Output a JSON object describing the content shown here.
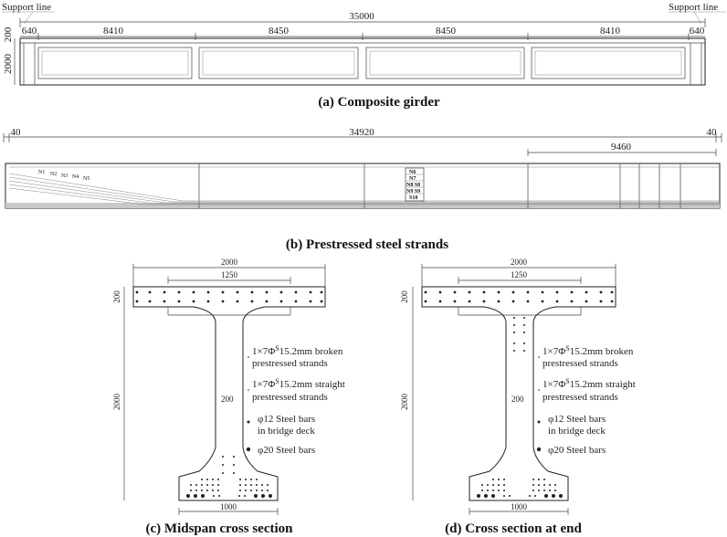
{
  "panel_a": {
    "support_left": "Support line",
    "support_right": "Support line",
    "total": "35000",
    "segments": [
      "640",
      "8410",
      "8450",
      "8450",
      "8410",
      "640"
    ],
    "height_top": "200",
    "height_web": "2000",
    "caption": "(a) Composite girder"
  },
  "panel_b": {
    "left": "40",
    "total": "34920",
    "right": "40",
    "end_zone": "9460",
    "strands_left": [
      "N1",
      "N2",
      "N3",
      "N4",
      "N5"
    ],
    "strands_mid": [
      "N6",
      "N7",
      "N8 S8",
      "N9 S9",
      "S10"
    ],
    "caption": "(b) Prestressed steel strands"
  },
  "panel_c": {
    "width": "2000",
    "inner": "1250",
    "flange": "200",
    "height": "2000",
    "web": "200",
    "bottom": "1000",
    "legend": {
      "broken_1": "1×7Φ",
      "broken_sup": "S",
      "broken_2": "15.2mm broken",
      "broken_3": "prestressed strands",
      "straight_1": "1×7Φ",
      "straight_sup": "S",
      "straight_2": "15.2mm straight",
      "straight_3": "prestressed strands",
      "deck_1": "φ12 Steel bars",
      "deck_2": "in bridge deck",
      "bars": "φ20 Steel bars"
    },
    "caption": "(c) Midspan cross section"
  },
  "panel_d": {
    "width": "2000",
    "inner": "1250",
    "flange": "200",
    "height": "2000",
    "web": "200",
    "bottom": "1000",
    "legend": {
      "broken_1": "1×7Φ",
      "broken_sup": "S",
      "broken_2": "15.2mm broken",
      "broken_3": "prestressed strands",
      "straight_1": "1×7Φ",
      "straight_sup": "S",
      "straight_2": "15.2mm straight",
      "straight_3": "prestressed strands",
      "deck_1": "φ12 Steel bars",
      "deck_2": "in bridge deck",
      "bars": "φ20 Steel bars"
    },
    "caption": "(d) Cross section at end"
  }
}
